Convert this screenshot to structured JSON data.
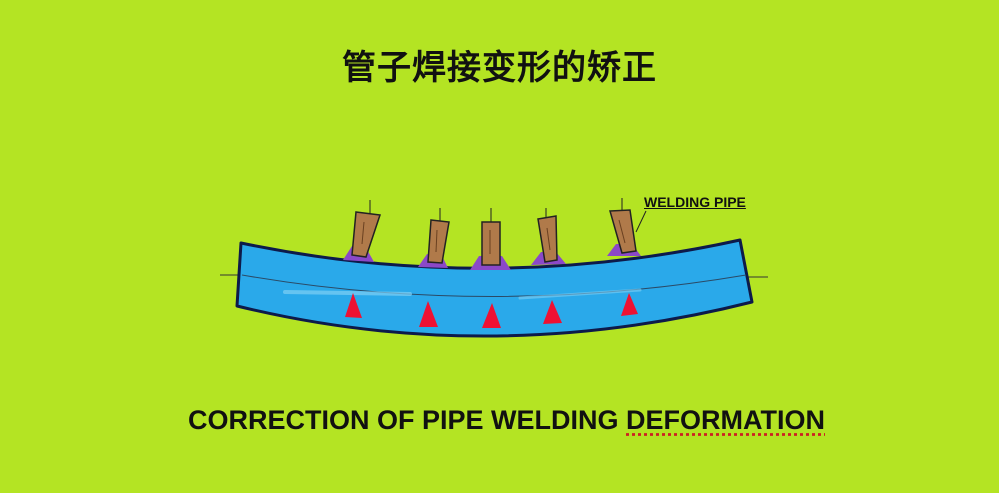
{
  "title_cn": "管子焊接变形的矫正",
  "title_en_main": "CORRECTION OF PIPE WELDING ",
  "title_en_tail": "DEFORMATION",
  "pipe_label": "WELDING PIPE",
  "colors": {
    "background": "#b4e423",
    "pipe_fill": "#2aa9ea",
    "pipe_outline": "#0d1a4a",
    "branch_fill": "#b07a4a",
    "weld_purple": "#8b48c8",
    "heat_red": "#ee1133"
  }
}
